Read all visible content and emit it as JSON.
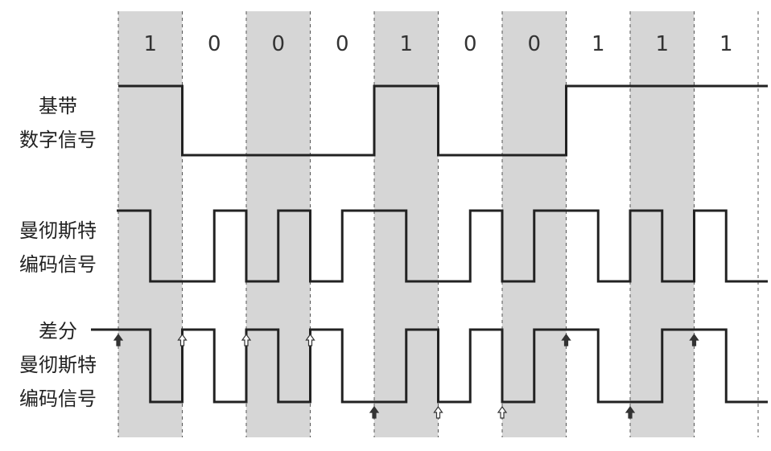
{
  "bits": [
    "1",
    "0",
    "0",
    "0",
    "1",
    "0",
    "0",
    "1",
    "1",
    "1"
  ],
  "rows": [
    {
      "label_lines": [
        "基带",
        "数字信号"
      ]
    },
    {
      "label_lines": [
        "曼彻斯特",
        "编码信号"
      ]
    },
    {
      "label_lines": [
        "差分",
        "曼彻斯特",
        "编码信号"
      ]
    }
  ],
  "colors": {
    "shade": "#d6d6d6",
    "signal": "#222222",
    "guide": "#555555",
    "arrow_filled": "#333333",
    "arrow_hollow": "#ffffff"
  }
}
